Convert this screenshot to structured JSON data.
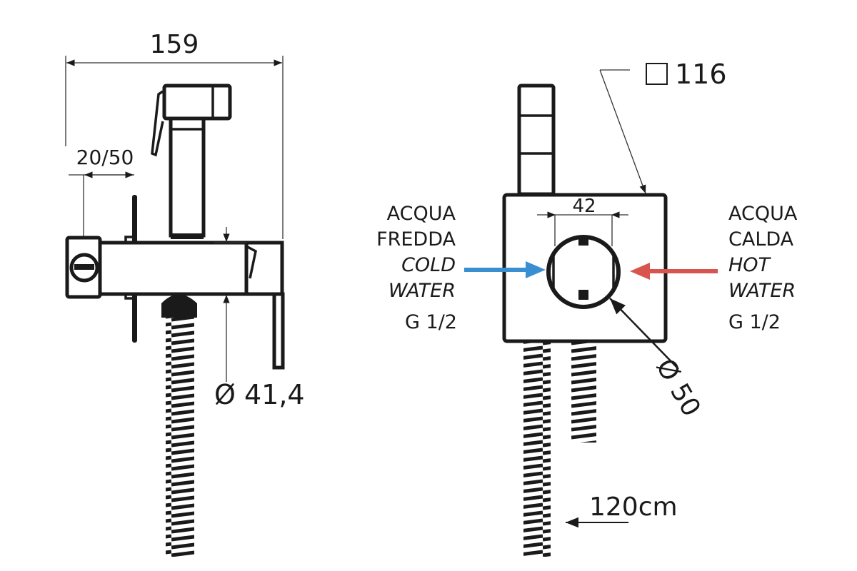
{
  "side_view": {
    "overall_width": "159",
    "wall_depth": "20/50",
    "body_diameter": "Ø 41,4"
  },
  "front_view": {
    "plate_size": "116",
    "plate_shape_symbol": "square-icon",
    "cartridge_width": "42",
    "hole_diameter": "Ø 50",
    "hose_length": "120cm",
    "cold_inlet": {
      "lines": [
        "ACQUA",
        "FREDDA",
        "COLD",
        "WATER"
      ],
      "thread": "G 1/2",
      "color": "#3a8fd0"
    },
    "hot_inlet": {
      "lines": [
        "ACQUA",
        "CALDA",
        "HOT",
        "WATER"
      ],
      "thread": "G 1/2",
      "color": "#d9534f"
    }
  }
}
